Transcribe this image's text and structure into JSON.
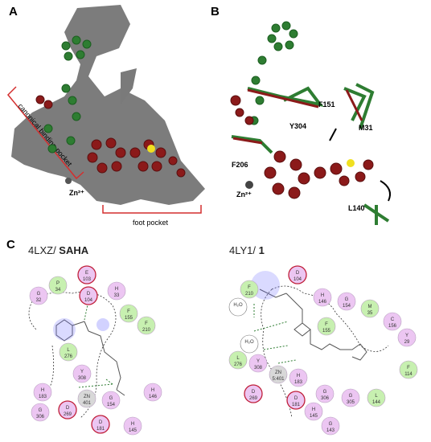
{
  "panels": {
    "a": {
      "label": "A",
      "pocket_label": "canonical binding pocket",
      "foot_label": "foot pocket",
      "zn_label": "Zn²⁺"
    },
    "b": {
      "label": "B",
      "residues": [
        "F151",
        "Y304",
        "M31",
        "F206",
        "L140"
      ],
      "zn_label": "Zn²⁺"
    },
    "c": {
      "label": "C",
      "left_title_code": "4LXZ/ ",
      "left_title_ligand": "SAHA",
      "right_title_code": "4LY1/ ",
      "right_title_ligand": "1"
    }
  },
  "left_residues": [
    {
      "top": "E",
      "bot": "103",
      "type": "acid"
    },
    {
      "top": "P",
      "bot": "34",
      "type": "hydro"
    },
    {
      "top": "G",
      "bot": "32",
      "type": "polar"
    },
    {
      "top": "D",
      "bot": "104",
      "type": "acid"
    },
    {
      "top": "H",
      "bot": "33",
      "type": "polar"
    },
    {
      "top": "F",
      "bot": "155",
      "type": "hydro"
    },
    {
      "top": "F",
      "bot": "210",
      "type": "hydro"
    },
    {
      "top": "L",
      "bot": "276",
      "type": "hydro"
    },
    {
      "top": "Y",
      "bot": "308",
      "type": "polar"
    },
    {
      "top": "H",
      "bot": "183",
      "type": "polar"
    },
    {
      "top": "ZN",
      "bot": "401",
      "type": "metal"
    },
    {
      "top": "G",
      "bot": "154",
      "type": "polar"
    },
    {
      "top": "H",
      "bot": "146",
      "type": "polar"
    },
    {
      "top": "G",
      "bot": "306",
      "type": "polar"
    },
    {
      "top": "D",
      "bot": "269",
      "type": "acid"
    },
    {
      "top": "D",
      "bot": "181",
      "type": "acid"
    },
    {
      "top": "H",
      "bot": "145",
      "type": "polar"
    }
  ],
  "right_residues": [
    {
      "top": "D",
      "bot": "104",
      "type": "acid"
    },
    {
      "top": "F",
      "bot": "210",
      "type": "hydro"
    },
    {
      "top": "H",
      "bot": "146",
      "type": "polar"
    },
    {
      "top": "G",
      "bot": "154",
      "type": "polar"
    },
    {
      "top": "M",
      "bot": "35",
      "type": "hydro"
    },
    {
      "top": "C",
      "bot": "156",
      "type": "polar"
    },
    {
      "top": "H₂O",
      "bot": "",
      "type": "water"
    },
    {
      "top": "F",
      "bot": "155",
      "type": "hydro"
    },
    {
      "top": "Y",
      "bot": "29",
      "type": "polar"
    },
    {
      "top": "H₂O",
      "bot": "",
      "type": "water"
    },
    {
      "top": "L",
      "bot": "276",
      "type": "hydro"
    },
    {
      "top": "Y",
      "bot": "308",
      "type": "polar"
    },
    {
      "top": "ZN",
      "bot": "5:401",
      "type": "metal"
    },
    {
      "top": "H",
      "bot": "183",
      "type": "polar"
    },
    {
      "top": "F",
      "bot": "114",
      "type": "hydro"
    },
    {
      "top": "D",
      "bot": "269",
      "type": "acid"
    },
    {
      "top": "D",
      "bot": "181",
      "type": "acid"
    },
    {
      "top": "G",
      "bot": "306",
      "type": "polar"
    },
    {
      "top": "G",
      "bot": "305",
      "type": "polar"
    },
    {
      "top": "L",
      "bot": "144",
      "type": "hydro"
    },
    {
      "top": "H",
      "bot": "145",
      "type": "polar"
    },
    {
      "top": "G",
      "bot": "143",
      "type": "polar"
    }
  ],
  "colors": {
    "hydro": "#c7f0b0",
    "polar": "#ecc6f2",
    "acid": "#ecc6f2",
    "acid_ring": "#c0203a",
    "metal": "#d8d8d8",
    "water": "#ffffff",
    "green": "#2e7d32",
    "red": "#8b1a1a",
    "surface": "#6e6e6e"
  }
}
